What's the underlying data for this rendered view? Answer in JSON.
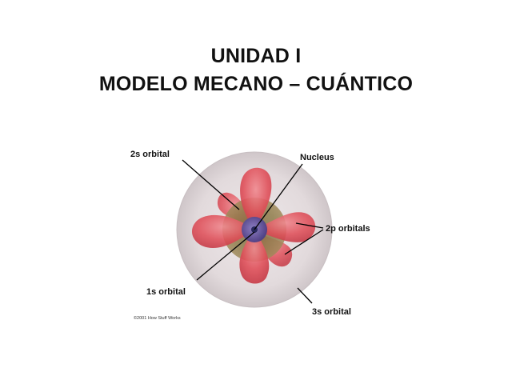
{
  "title": {
    "line1": "UNIDAD I",
    "line2": "MODELO MECANO – CUÁNTICO"
  },
  "diagram": {
    "labels": {
      "orbital_2s": "2s orbital",
      "nucleus": "Nucleus",
      "orbitals_2p": "2p orbitals",
      "orbital_1s": "1s orbital",
      "orbital_3s": "3s orbital"
    },
    "credit": "©2001 How Stuff Works",
    "colors": {
      "sphere_3s": "#dcd4d6",
      "lobe_2p": "#e0505a",
      "shell_2s": "#8a7a4c",
      "core_1s": "#5c4f9a",
      "nucleus": "#2a2a5e"
    }
  }
}
